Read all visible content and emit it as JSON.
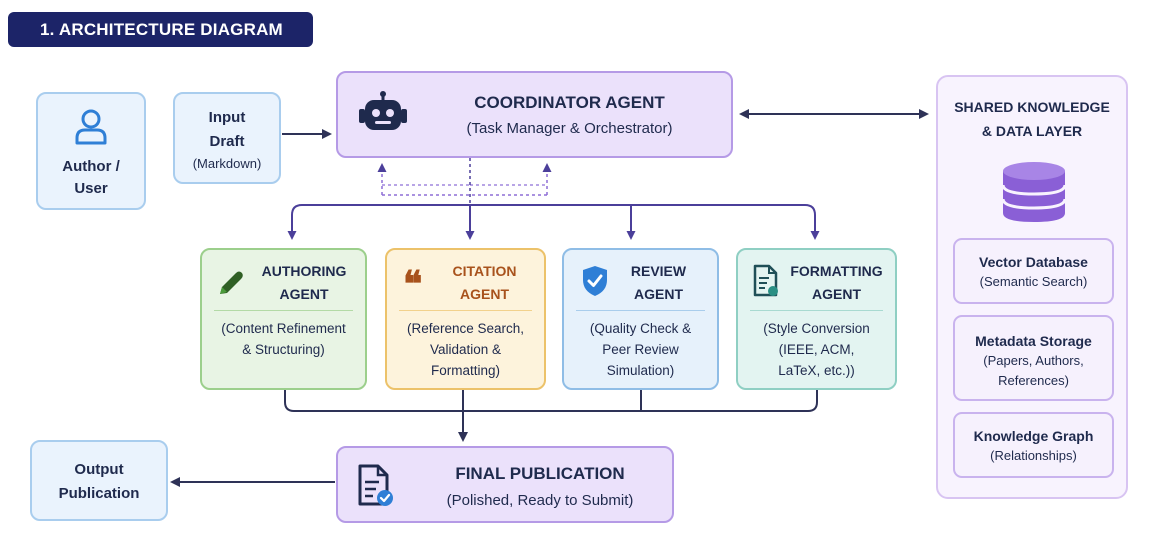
{
  "header": {
    "title": "1. ARCHITECTURE DIAGRAM"
  },
  "author": {
    "label_line1": "Author /",
    "label_line2": "User",
    "icon": "user-icon"
  },
  "input": {
    "line1": "Input",
    "line2": "Draft",
    "line3": "(Markdown)"
  },
  "coordinator": {
    "title": "COORDINATOR AGENT",
    "subtitle": "(Task Manager & Orchestrator)",
    "icon": "robot-icon"
  },
  "agents": [
    {
      "title1": "AUTHORING",
      "title2": "AGENT",
      "desc": [
        "(Content Refinement",
        "& Structuring)"
      ],
      "icon": "pencil-icon",
      "color": "#4a9a3a"
    },
    {
      "title1": "CITATION",
      "title2": "AGENT",
      "desc": [
        "(Reference Search,",
        "Validation &",
        "Formatting)"
      ],
      "icon": "quote-icon",
      "color": "#c97d12"
    },
    {
      "title1": "REVIEW",
      "title2": "AGENT",
      "desc": [
        "(Quality Check &",
        "Peer Review",
        "Simulation)"
      ],
      "icon": "shield-check-icon",
      "color": "#2f7fd6"
    },
    {
      "title1": "FORMATTING",
      "title2": "AGENT",
      "desc": [
        "(Style Conversion",
        "(IEEE, ACM,",
        "LaTeX, etc.))"
      ],
      "icon": "document-icon",
      "color": "#2a8f84"
    }
  ],
  "final": {
    "title": "FINAL PUBLICATION",
    "subtitle": "(Polished, Ready to Submit)",
    "icon": "document-check-icon"
  },
  "output": {
    "line1": "Output",
    "line2": "Publication"
  },
  "knowledge": {
    "title1": "SHARED KNOWLEDGE",
    "title2": "& DATA LAYER",
    "icon": "database-icon",
    "items": [
      {
        "title": "Vector Database",
        "desc": [
          "(Semantic Search)"
        ]
      },
      {
        "title": "Metadata Storage",
        "desc": [
          "(Papers, Authors,",
          "References)"
        ]
      },
      {
        "title": "Knowledge Graph",
        "desc": [
          "(Relationships)"
        ]
      }
    ]
  },
  "colors": {
    "navy": "#1c2468",
    "purple_border": "#b59ae6",
    "connector": "#3a3f6b",
    "dashed": "#8d6fd6"
  }
}
